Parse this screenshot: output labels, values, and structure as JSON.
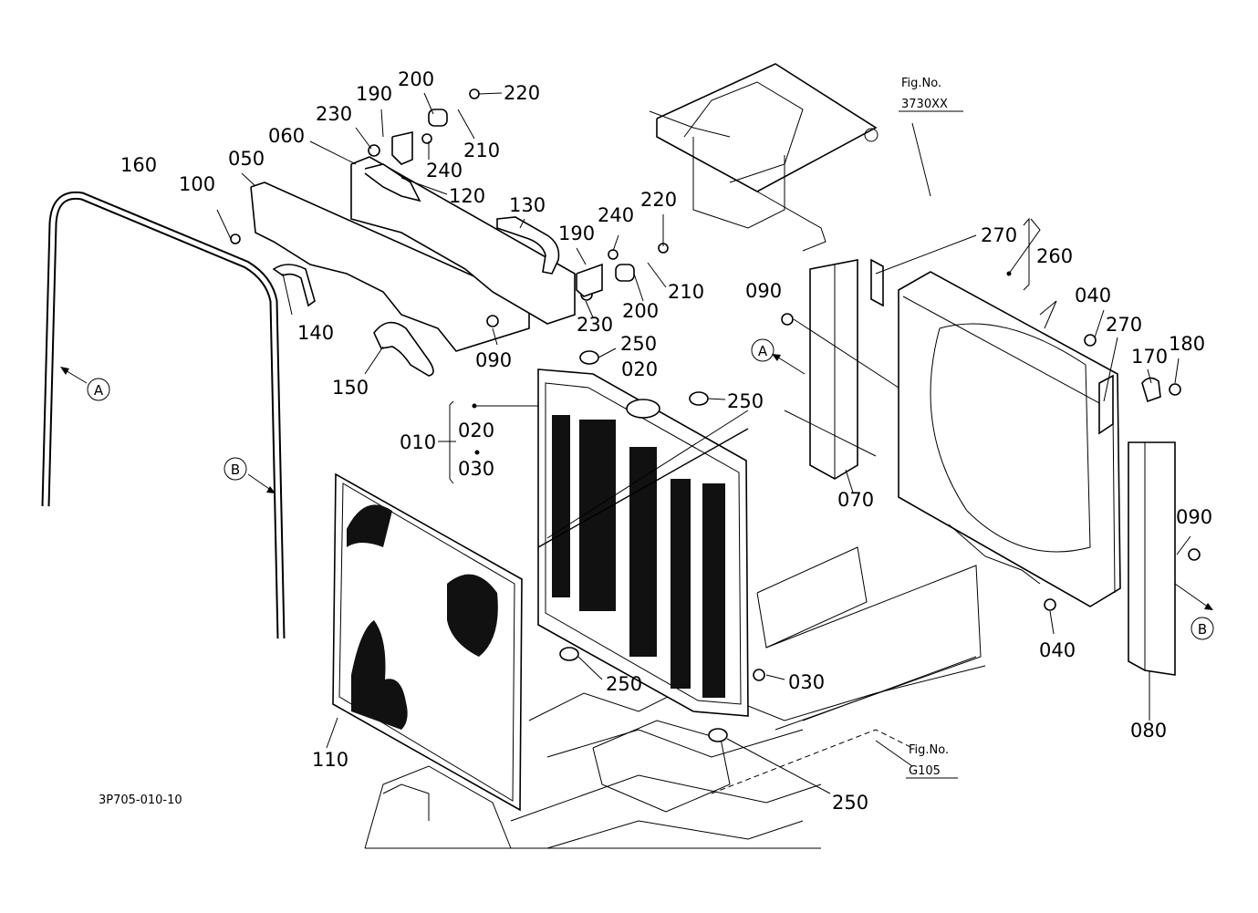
{
  "diagram": {
    "drawing_code": "3P705-010-10",
    "fig_refs": [
      {
        "title": "Fig.No.",
        "number": "3730XX"
      },
      {
        "title": "Fig.No.",
        "number": "G105"
      }
    ],
    "markers": {
      "a": "A",
      "b": "B"
    },
    "callouts": {
      "c010": "010",
      "c020a": "020",
      "c020b": "020",
      "c030a": "030",
      "c030b": "030",
      "c040a": "040",
      "c040b": "040",
      "c050": "050",
      "c060": "060",
      "c070": "070",
      "c080": "080",
      "c090a": "090",
      "c090b": "090",
      "c090c": "090",
      "c100": "100",
      "c110": "110",
      "c120": "120",
      "c130": "130",
      "c140": "140",
      "c150": "150",
      "c160": "160",
      "c170": "170",
      "c180": "180",
      "c190a": "190",
      "c190b": "190",
      "c200a": "200",
      "c200b": "200",
      "c210a": "210",
      "c210b": "210",
      "c220a": "220",
      "c220b": "220",
      "c230a": "230",
      "c230b": "230",
      "c240a": "240",
      "c240b": "240",
      "c250a": "250",
      "c250b": "250",
      "c250c": "250",
      "c250d": "250",
      "c260": "260",
      "c270a": "270",
      "c270b": "270"
    }
  }
}
